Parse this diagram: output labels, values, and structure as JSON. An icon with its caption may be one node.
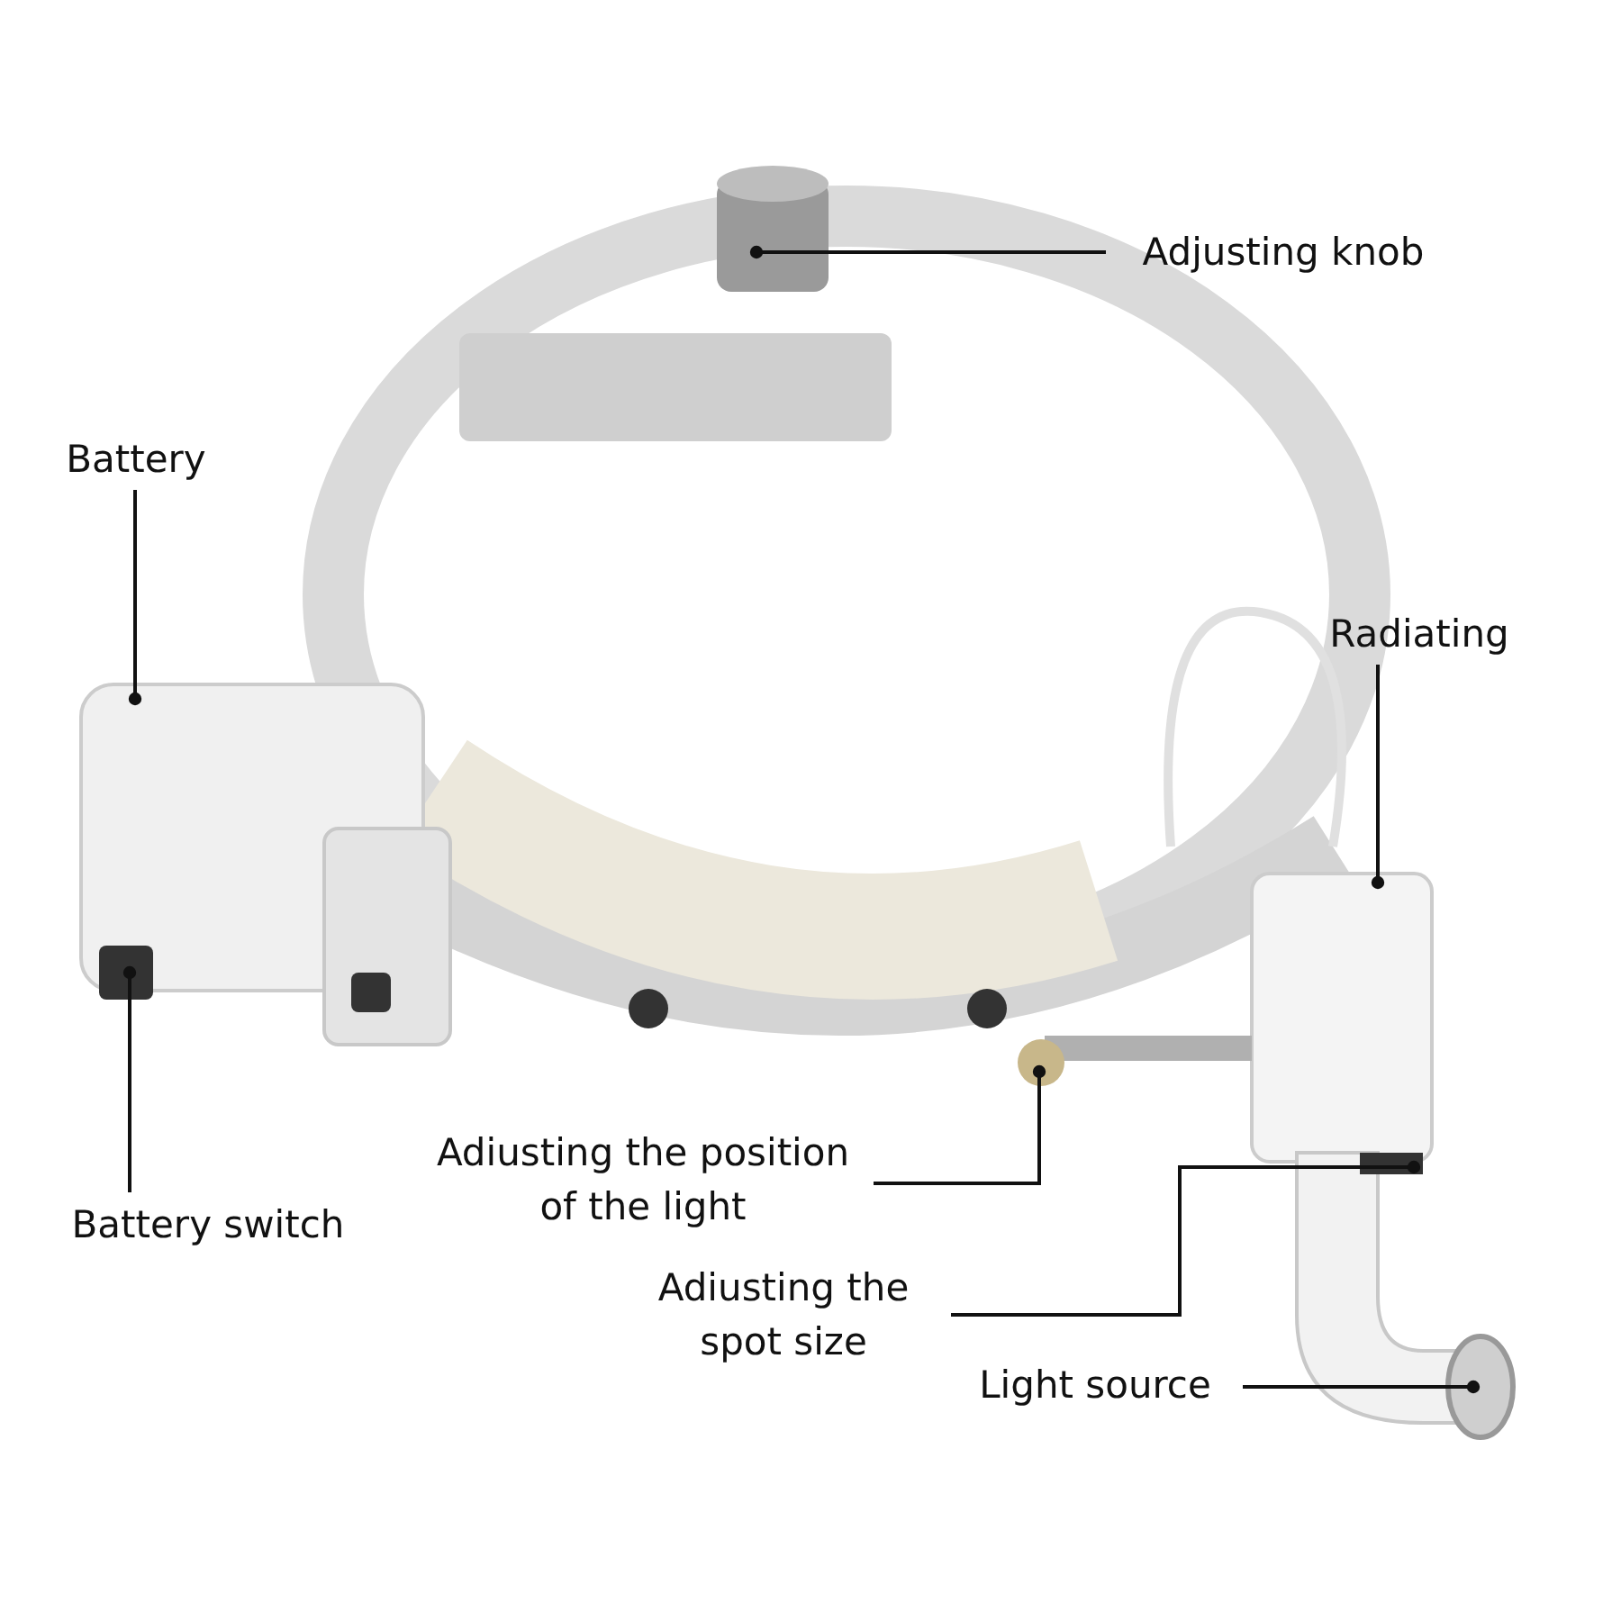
{
  "diagram": {
    "nodes": [
      {
        "text": [
          "Adjusting knob"
        ]
      },
      {
        "text": [
          "Battery"
        ]
      },
      {
        "text": [
          "Radiating"
        ]
      },
      {
        "text": [
          "Battery switch"
        ]
      },
      {
        "text": [
          "Adiusting the position of the light"
        ]
      },
      {
        "text": [
          "Adiusting the spot size"
        ]
      },
      {
        "text": [
          "Light source"
        ]
      }
    ],
    "edges": [
      {
        "from": 0,
        "to": null,
        "arrow": "other"
      },
      {
        "from": 1,
        "to": null,
        "arrow": "other"
      },
      {
        "from": 2,
        "to": null,
        "arrow": "other"
      },
      {
        "from": 3,
        "to": null,
        "arrow": "other"
      },
      {
        "from": 4,
        "to": null,
        "arrow": "other"
      },
      {
        "from": 5,
        "to": null,
        "arrow": "other"
      },
      {
        "from": 6,
        "to": null,
        "arrow": "other"
      }
    ]
  }
}
